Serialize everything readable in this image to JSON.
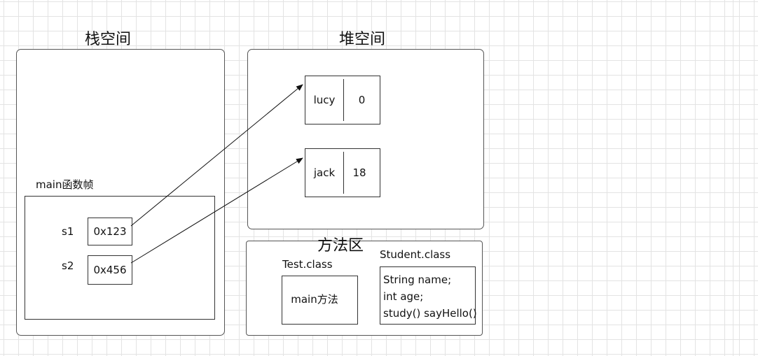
{
  "stack": {
    "title": "栈空间",
    "frame_label": "main函数帧",
    "vars": [
      {
        "name": "s1",
        "value": "0x123"
      },
      {
        "name": "s2",
        "value": "0x456"
      }
    ]
  },
  "heap": {
    "title": "堆空间",
    "objects": [
      {
        "name": "lucy",
        "age": "0"
      },
      {
        "name": "jack",
        "age": "18"
      }
    ]
  },
  "method_area": {
    "title": "方法区",
    "test_class": {
      "label": "Test.class",
      "content": "main方法"
    },
    "student_class": {
      "label": "Student.class",
      "lines": [
        "String name;",
        "int age;",
        "study() sayHello()"
      ]
    }
  }
}
